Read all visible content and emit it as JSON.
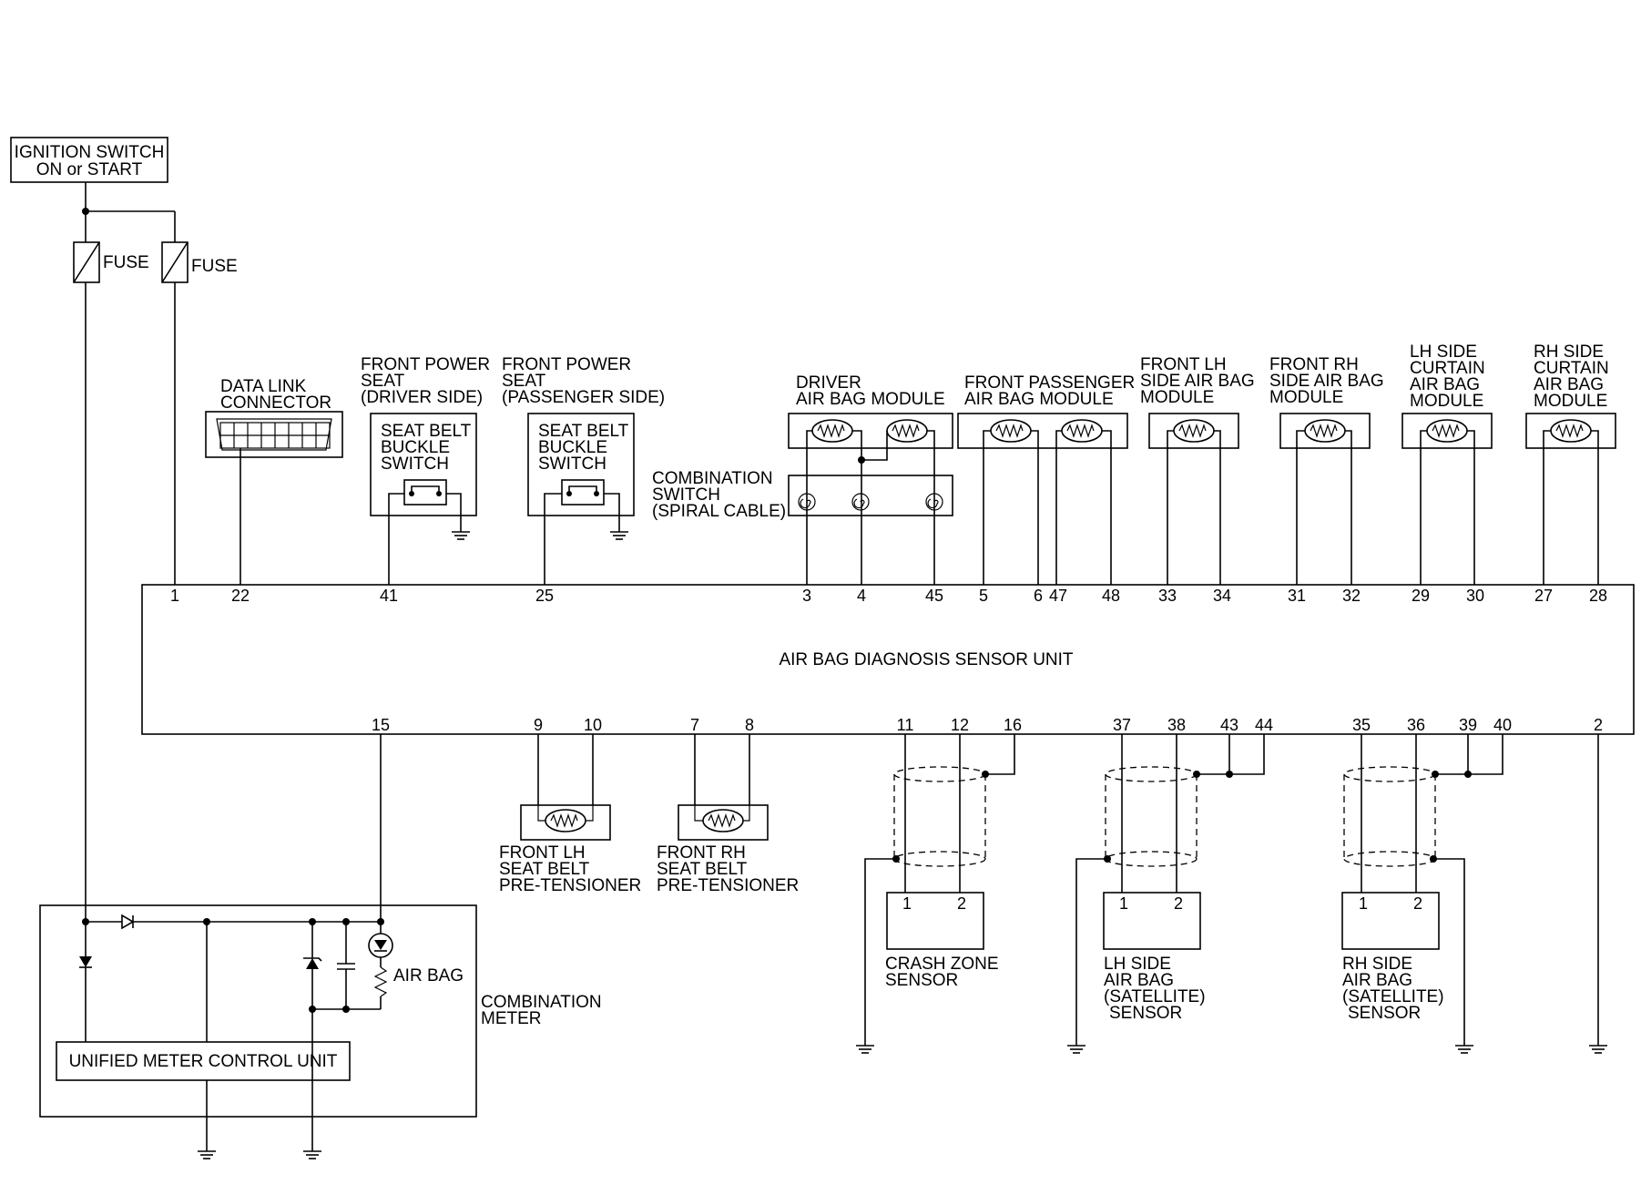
{
  "ignition": {
    "line1": "IGNITION SWITCH",
    "line2": "ON or START"
  },
  "fuse1": "FUSE",
  "fuse2": "FUSE",
  "data_link": {
    "line1": "DATA LINK",
    "line2": "CONNECTOR"
  },
  "seat_driver": {
    "line1": "FRONT POWER",
    "line2": "SEAT",
    "line3": "(DRIVER SIDE)",
    "sw1": "SEAT BELT",
    "sw2": "BUCKLE",
    "sw3": "SWITCH"
  },
  "seat_pass": {
    "line1": "FRONT POWER",
    "line2": "SEAT",
    "line3": "(PASSENGER SIDE)",
    "sw1": "SEAT BELT",
    "sw2": "BUCKLE",
    "sw3": "SWITCH"
  },
  "combination_switch": {
    "line1": "COMBINATION",
    "line2": "SWITCH",
    "line3": "(SPIRAL CABLE)"
  },
  "driver_airbag": {
    "line1": "DRIVER",
    "line2": "AIR BAG MODULE"
  },
  "passenger_airbag": {
    "line1": "FRONT PASSENGER",
    "line2": "AIR BAG MODULE"
  },
  "front_lh_side": {
    "line1": "FRONT LH",
    "line2": "SIDE AIR BAG",
    "line3": "MODULE"
  },
  "front_rh_side": {
    "line1": "FRONT RH",
    "line2": "SIDE AIR BAG",
    "line3": "MODULE"
  },
  "lh_curtain": {
    "line1": "LH SIDE",
    "line2": "CURTAIN",
    "line3": "AIR BAG",
    "line4": "MODULE"
  },
  "rh_curtain": {
    "line1": "RH SIDE",
    "line2": "CURTAIN",
    "line3": "AIR BAG",
    "line4": "MODULE"
  },
  "sensor_unit": "AIR BAG DIAGNOSIS SENSOR UNIT",
  "top_pins": [
    "1",
    "22",
    "41",
    "25",
    "3",
    "4",
    "45",
    "5",
    "6",
    "47",
    "48",
    "33",
    "34",
    "31",
    "32",
    "29",
    "30",
    "27",
    "28"
  ],
  "bottom_pins": [
    "15",
    "9",
    "10",
    "7",
    "8",
    "11",
    "12",
    "16",
    "37",
    "38",
    "43",
    "44",
    "35",
    "36",
    "39",
    "40",
    "2"
  ],
  "lh_pretensioner": {
    "line1": "FRONT LH",
    "line2": "SEAT BELT",
    "line3": "PRE-TENSIONER"
  },
  "rh_pretensioner": {
    "line1": "FRONT RH",
    "line2": "SEAT BELT",
    "line3": "PRE-TENSIONER"
  },
  "crash_zone": {
    "line1": "CRASH ZONE",
    "line2": "SENSOR",
    "pin1": "1",
    "pin2": "2"
  },
  "lh_satellite": {
    "line1": "LH SIDE",
    "line2": "AIR BAG",
    "line3": "(SATELLITE)",
    "line4": "SENSOR",
    "pin1": "1",
    "pin2": "2"
  },
  "rh_satellite": {
    "line1": "RH SIDE",
    "line2": "AIR BAG",
    "line3": "(SATELLITE)",
    "line4": "SENSOR",
    "pin1": "1",
    "pin2": "2"
  },
  "air_bag_lamp": "AIR BAG",
  "combination_meter": {
    "line1": "COMBINATION",
    "line2": "METER"
  },
  "meter_control_unit": "UNIFIED METER CONTROL UNIT"
}
